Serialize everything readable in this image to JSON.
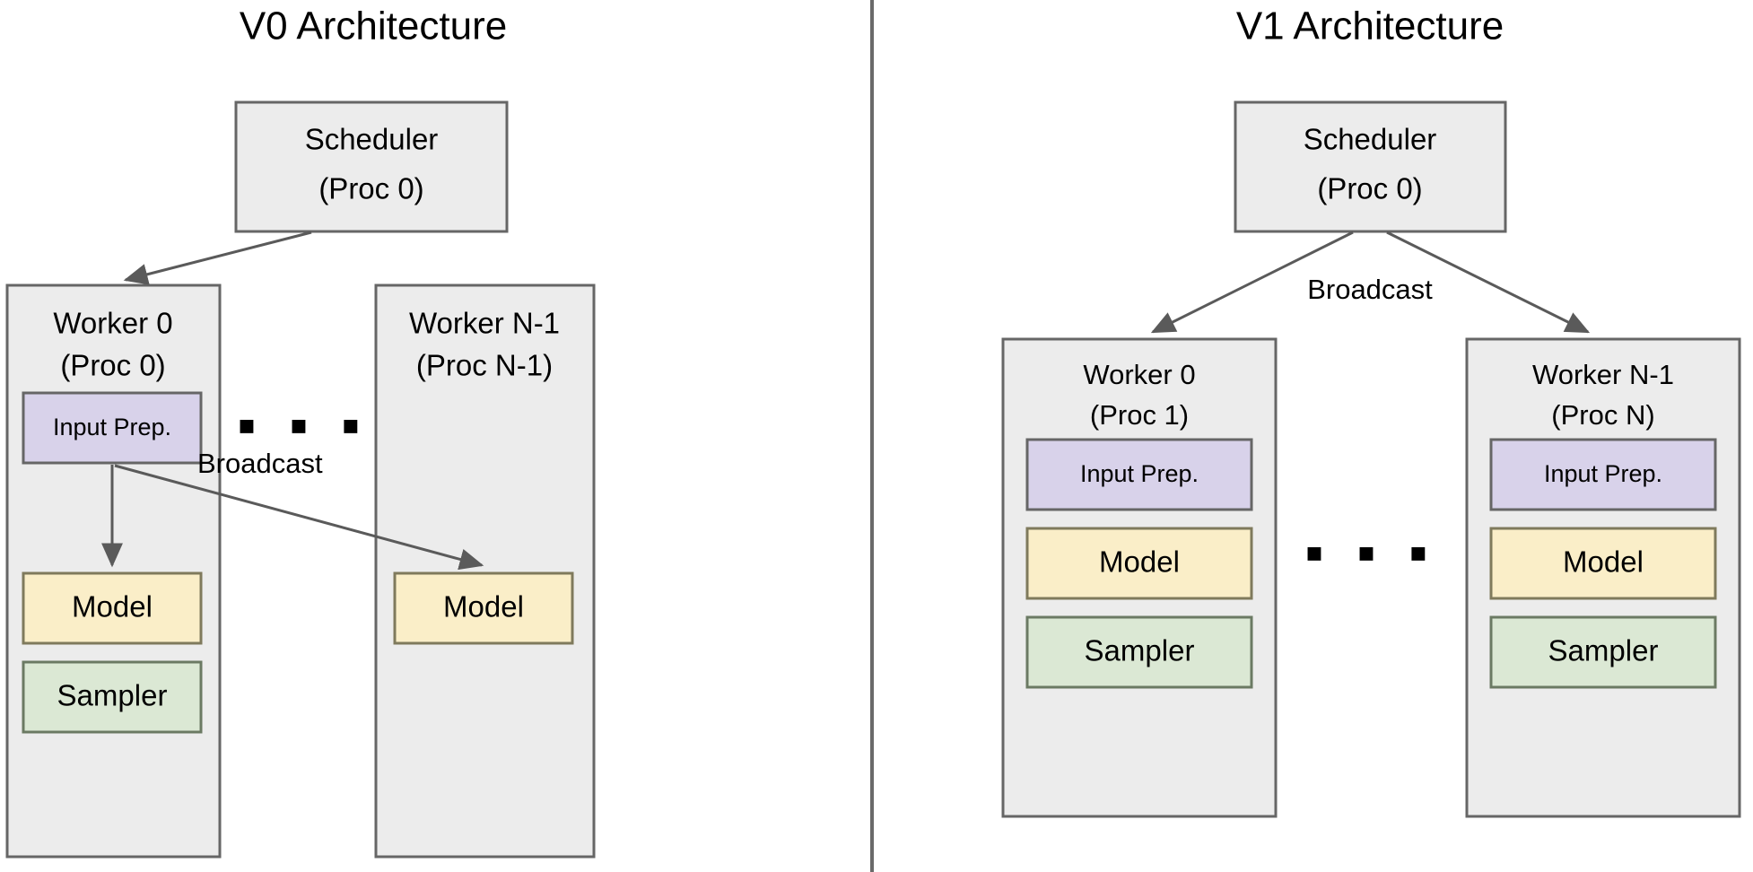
{
  "panels": [
    {
      "id": "v0",
      "title": "V0 Architecture",
      "scheduler": {
        "line1": "Scheduler",
        "line2": "(Proc 0)"
      },
      "workers": [
        {
          "id": "v0-worker-0",
          "line1": "Worker 0",
          "line2": "(Proc 0)",
          "components": [
            "Input Prep.",
            "Model",
            "Sampler"
          ]
        },
        {
          "id": "v0-worker-n",
          "line1": "Worker N-1",
          "line2": "(Proc N-1)",
          "components": [
            "Model"
          ]
        }
      ],
      "edges": [
        {
          "id": "v0-scheduler-to-worker0",
          "label": ""
        },
        {
          "id": "v0-inputprep-to-model0",
          "label": "Broadcast"
        },
        {
          "id": "v0-inputprep-to-modeln",
          "label": ""
        }
      ],
      "ellipsis": "▪ ▪ ▪"
    },
    {
      "id": "v1",
      "title": "V1 Architecture",
      "scheduler": {
        "line1": "Scheduler",
        "line2": "(Proc 0)"
      },
      "workers": [
        {
          "id": "v1-worker-0",
          "line1": "Worker 0",
          "line2": "(Proc 1)",
          "components": [
            "Input Prep.",
            "Model",
            "Sampler"
          ]
        },
        {
          "id": "v1-worker-n",
          "line1": "Worker N-1",
          "line2": "(Proc N)",
          "components": [
            "Input Prep.",
            "Model",
            "Sampler"
          ]
        }
      ],
      "edges": [
        {
          "id": "v1-scheduler-to-worker0",
          "label": "Broadcast"
        },
        {
          "id": "v1-scheduler-to-workern",
          "label": ""
        }
      ],
      "ellipsis": "▪ ▪ ▪"
    }
  ],
  "colors": {
    "container_fill": "#ececec",
    "container_stroke": "#666666",
    "input_prep_fill": "#d8d2ea",
    "model_fill": "#faeec8",
    "sampler_fill": "#dbe8d4",
    "edge_stroke": "#5a5a5a",
    "divider_stroke": "#6a6a6a",
    "text": "#000000",
    "background": "#ffffff"
  }
}
